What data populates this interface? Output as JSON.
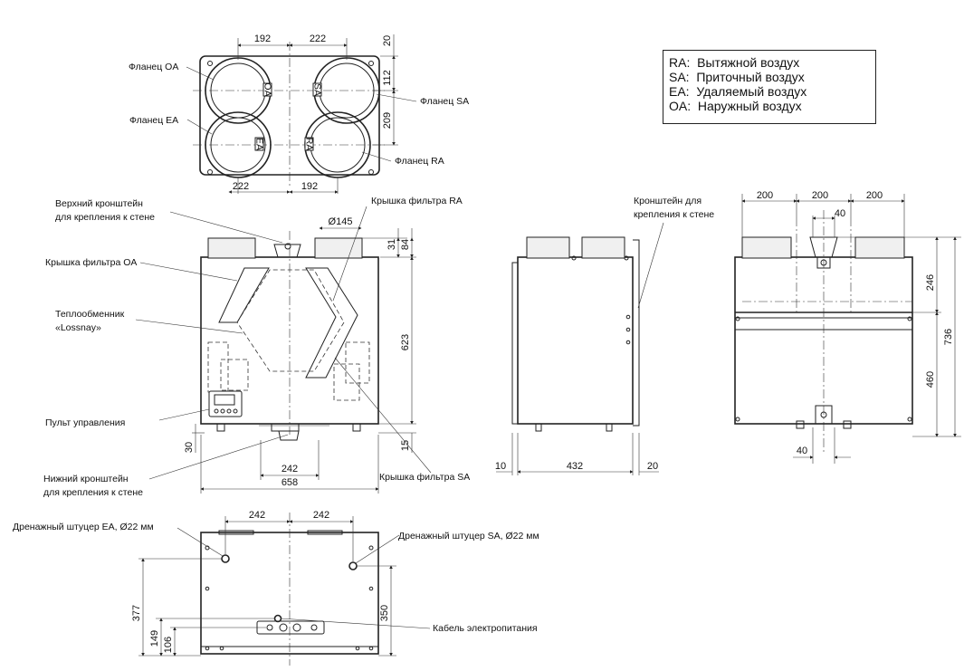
{
  "legend": [
    {
      "code": "RA:",
      "text": "Вытяжной воздух"
    },
    {
      "code": "SA:",
      "text": "Приточный воздух"
    },
    {
      "code": "EA:",
      "text": "Удаляемый воздух"
    },
    {
      "code": "OA:",
      "text": "Наружный воздух"
    }
  ],
  "labels": {
    "flange_oa": "Фланец OA",
    "flange_ea": "Фланец EA",
    "flange_sa": "Фланец SA",
    "flange_ra": "Фланец RA",
    "upper_bracket_1": "Верхний кронштейн",
    "upper_bracket_2": "для крепления к стене",
    "filter_ra": "Крышка фильтра RA",
    "filter_oa": "Крышка фильтра OA",
    "exchanger_1": "Теплообменник",
    "exchanger_2": "«Lossnay»",
    "remote": "Пульт управления",
    "lower_bracket_1": "Нижний кронштейн",
    "lower_bracket_2": "для крепления к стене",
    "filter_sa": "Крышка фильтра SA",
    "wall_bracket_1": "Кронштейн для",
    "wall_bracket_2": "крепления к стене",
    "drain_ea": "Дренажный штуцер EA, Ø22 мм",
    "drain_sa": "Дренажный штуцер SA, Ø22 мм",
    "power_cable": "Кабель электропитания",
    "port_oa": "OA",
    "port_sa": "SA",
    "port_ea": "EA",
    "port_ra": "RA"
  },
  "dims": {
    "top_192": "192",
    "top_222": "222",
    "top_20": "20",
    "top_112": "112",
    "top_209": "209",
    "top_b222": "222",
    "top_b192": "192",
    "front_d145": "Ø145",
    "front_31": "31",
    "front_84": "84",
    "front_623": "623",
    "front_30": "30",
    "front_15": "15",
    "front_242": "242",
    "front_658": "658",
    "side_10": "10",
    "side_432": "432",
    "side_20": "20",
    "rear_200a": "200",
    "rear_200b": "200",
    "rear_200c": "200",
    "rear_40a": "40",
    "rear_246": "246",
    "rear_736": "736",
    "rear_460": "460",
    "rear_40b": "40",
    "bot_242a": "242",
    "bot_242b": "242",
    "bot_377": "377",
    "bot_350": "350",
    "bot_149": "149",
    "bot_106": "106"
  }
}
